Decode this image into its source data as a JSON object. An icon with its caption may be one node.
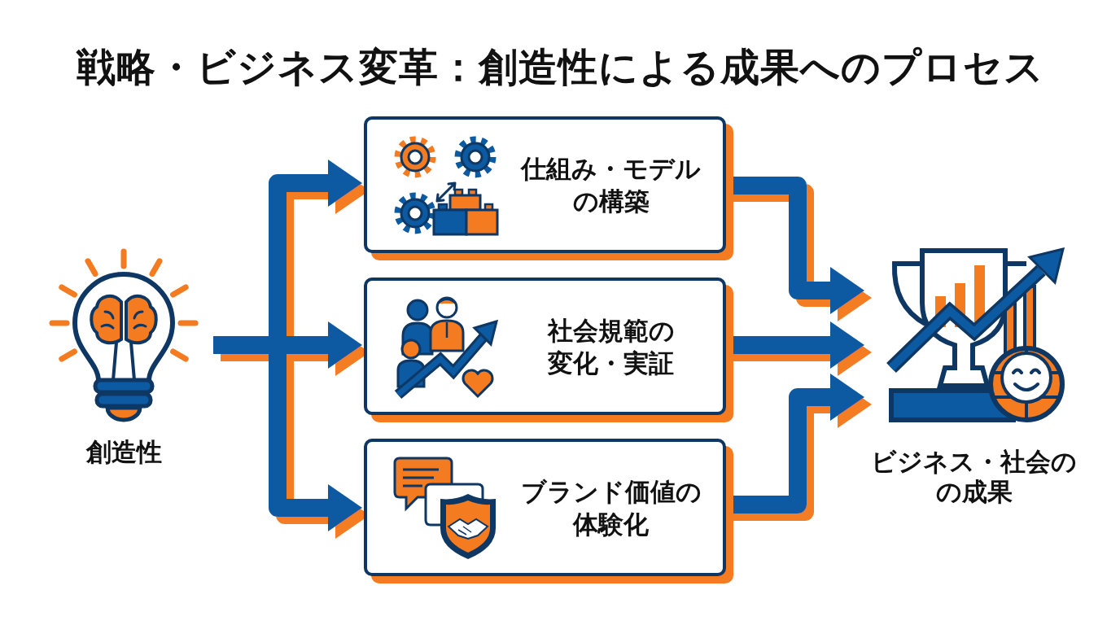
{
  "diagram": {
    "title": "戦略・ビジネス変革：創造性による成果へのプロセス",
    "nodes": [
      {
        "text": [
          "創造性"
        ]
      },
      {
        "text": [
          "仕組み・モデルの構築"
        ]
      },
      {
        "text": [
          "社会規範の変化・実証"
        ]
      },
      {
        "text": [
          "ブランド価値の体験化"
        ]
      },
      {
        "text": [
          "ビジネス・社会のの成果"
        ]
      }
    ],
    "edges": [
      {
        "from": 0,
        "to": 1,
        "arrow": "to"
      },
      {
        "from": 0,
        "to": 2,
        "arrow": "to"
      },
      {
        "from": 0,
        "to": 3,
        "arrow": "to"
      },
      {
        "from": 1,
        "to": 4,
        "arrow": "to"
      },
      {
        "from": 2,
        "to": 4,
        "arrow": "to"
      },
      {
        "from": 3,
        "to": 4,
        "arrow": "to"
      }
    ]
  }
}
